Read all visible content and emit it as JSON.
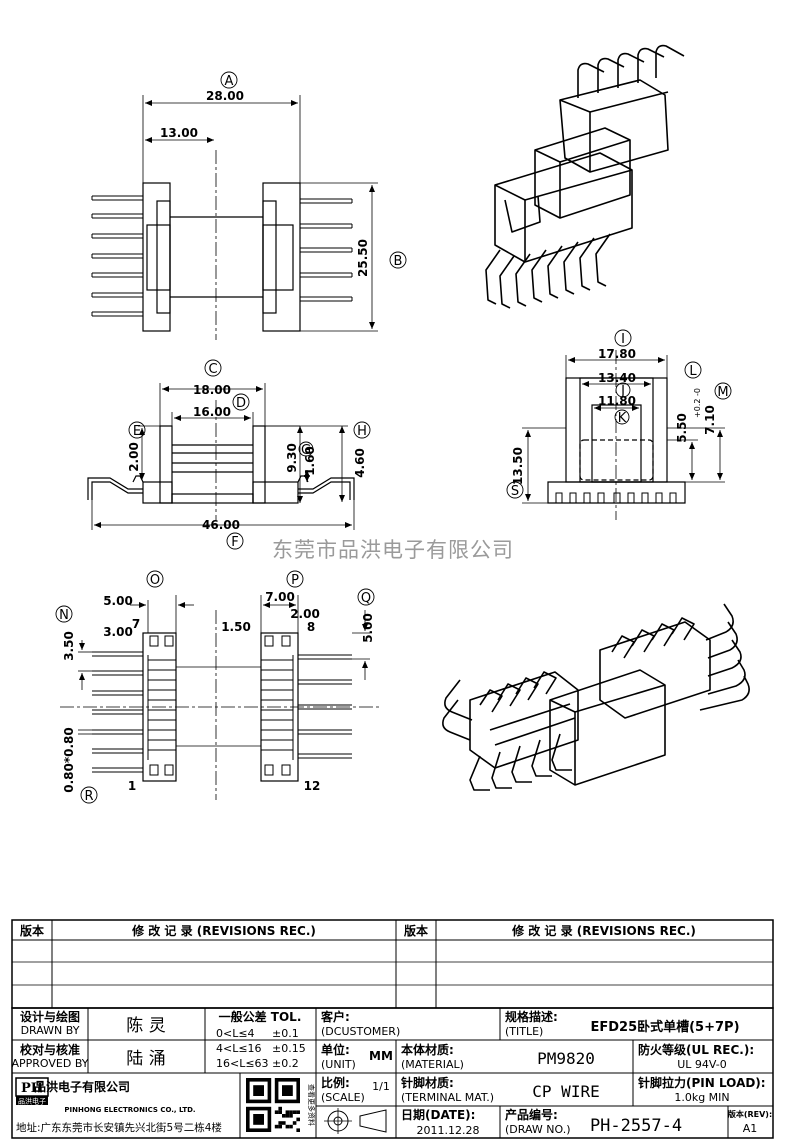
{
  "watermark": "东莞市品洪电子有限公司",
  "top_view": {
    "dims": {
      "overall": "28.00",
      "half": "13.00",
      "height": "25.50"
    },
    "labels": {
      "a": "A",
      "b": "B"
    }
  },
  "side_view": {
    "dims": {
      "c": "18.00",
      "d": "16.00",
      "e": "2.00",
      "g": "9.30",
      "g2": "1.60",
      "h": "4.60",
      "f": "46.00"
    },
    "labels": {
      "c": "C",
      "d": "D",
      "e": "E",
      "f": "F",
      "g": "G",
      "h": "H"
    }
  },
  "end_view": {
    "dims": {
      "i": "17.80",
      "j": "13.40",
      "k": "11.80",
      "l": "5.50",
      "l_tol": "+0.2 -0",
      "m": "7.10",
      "s": "13.50"
    },
    "labels": {
      "i": "I",
      "j": "J",
      "k": "K",
      "l": "L",
      "m": "M",
      "s": "S"
    }
  },
  "bottom_view": {
    "dims": {
      "o": "5.00",
      "o2": "3.00",
      "pin7": "7",
      "p": "7.00",
      "p2": "2.00",
      "pin8": "8",
      "c150": "1.50",
      "n": "3.50",
      "q": "5.00",
      "r": "0.80*0.80",
      "pin1": "1",
      "pin12": "12"
    },
    "labels": {
      "n": "N",
      "o": "O",
      "p": "P",
      "q": "Q",
      "r": "R"
    }
  },
  "revisions": {
    "col_ver": "版本",
    "col_rec": "修 改 记 录 (REVISIONS REC.)"
  },
  "title_block": {
    "designer_label": "设计与绘图",
    "designer_label_en": "DRAWN BY",
    "designer": "陈 灵",
    "checker_label": "校对与核准",
    "checker_label_en": "APPROVED BY",
    "checker": "陆 涌",
    "tol_title": "一般公差 TOL.",
    "tol_rows": [
      {
        "range": "0<L≤4",
        "tol": "±0.1"
      },
      {
        "range": "4<L≤16",
        "tol": "±0.15"
      },
      {
        "range": "16<L≤63",
        "tol": "±0.2"
      }
    ],
    "customer_label": "客户:",
    "customer_label_en": "(DCUSTOMER)",
    "title_label": "规格描述:",
    "title_label_en": "(TITLE)",
    "title": "EFD25卧式单槽(5+7P)",
    "unit_label": "单位:",
    "unit_label_en": "(UNIT)",
    "unit": "MM",
    "material_label": "本体材质:",
    "material_label_en": "(MATERIAL)",
    "material": "PM9820",
    "fire_label": "防火等级(UL REC.):",
    "fire": "UL 94V-0",
    "scale_label": "比例:",
    "scale_label_en": "(SCALE)",
    "scale": "1/1",
    "terminal_label": "针脚材质:",
    "terminal_label_en": "(TERMINAL MAT.)",
    "terminal": "CP WIRE",
    "pinload_label": "针脚拉力(PIN LOAD):",
    "pinload": "1.0kg MIN",
    "date_label": "日期(DATE):",
    "date": "2011.12.28",
    "drawno_label": "产品编号:",
    "drawno_label_en": "(DRAW NO.)",
    "drawno": "PH-2557-4",
    "rev_label": "版本(REV):",
    "rev": "A1",
    "company": "品洪电子有限公司",
    "company_en": "PINHONG ELECTRONICS CO., LTD.",
    "logo_text": "PH",
    "logo_sub": "品洪电子",
    "qr_caption": "查看更多资料",
    "address": "地址:广东东莞市长安镇先兴北街5号二栋4楼"
  }
}
